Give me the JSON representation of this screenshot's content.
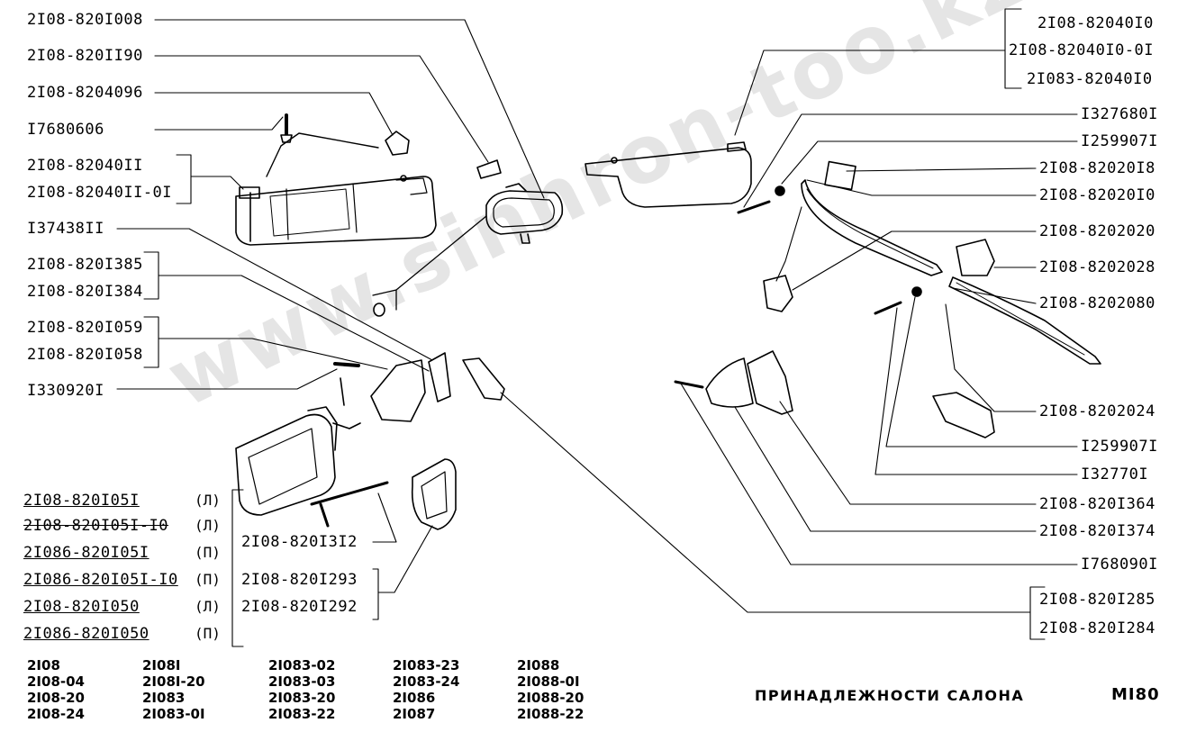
{
  "colors": {
    "ink": "#000000",
    "paper": "#ffffff",
    "watermark": "rgba(0,0,0,0.10)"
  },
  "watermark": "www.sinhron-too.kz",
  "title": "ПРИНАДЛЕЖНОСТИ САЛОНА",
  "page_number": "MI80",
  "left_labels": {
    "l1": "2I08-820I008",
    "l2": "2I08-820II90",
    "l3": "2I08-8204096",
    "l4": "I7680606",
    "l5a": "2I08-82040II",
    "l5b": "2I08-82040II-0I",
    "l6": "I37438II",
    "l7a": "2I08-820I385",
    "l7b": "2I08-820I384",
    "l8a": "2I08-820I059",
    "l8b": "2I08-820I058",
    "l9": "I330920I",
    "m1": "2I08-820I05I",
    "m1s": "(Л)",
    "m2": "2I08-820I05I-I0",
    "m2s": "(Л)",
    "m3": "2I086-820I05I",
    "m3s": "(П)",
    "m4": "2I086-820I05I-I0",
    "m4s": "(П)",
    "m5": "2I08-820I050",
    "m5s": "(Л)",
    "m6": "2I086-820I050",
    "m6s": "(П)",
    "c1": "2I08-820I3I2",
    "c2a": "2I08-820I293",
    "c2b": "2I08-820I292"
  },
  "right_labels": {
    "r1a": "2I08-82040I0",
    "r1b": "2I08-82040I0-0I",
    "r1c": "2I083-82040I0",
    "r2": "I327680I",
    "r3": "I259907I",
    "r4": "2I08-82020I8",
    "r5": "2I08-82020I0",
    "r6": "2I08-8202020",
    "r7": "2I08-8202028",
    "r8": "2I08-8202080",
    "r9": "2I08-8202024",
    "r10": "I259907I",
    "r11": "I32770I",
    "r12": "2I08-820I364",
    "r13": "2I08-820I374",
    "r14": "I768090I",
    "r15a": "2I08-820I285",
    "r15b": "2I08-820I284"
  },
  "models": {
    "col1": [
      "2I08",
      "2I08-04",
      "2I08-20",
      "2I08-24"
    ],
    "col2": [
      "2I08I",
      "2I08I-20",
      "2I083",
      "2I083-0I"
    ],
    "col3": [
      "2I083-02",
      "2I083-03",
      "2I083-20",
      "2I083-22"
    ],
    "col4": [
      "2I083-23",
      "2I083-24",
      "2I086",
      "2I087"
    ],
    "col5": [
      "2I088",
      "2I088-0I",
      "2I088-20",
      "2I088-22"
    ]
  }
}
